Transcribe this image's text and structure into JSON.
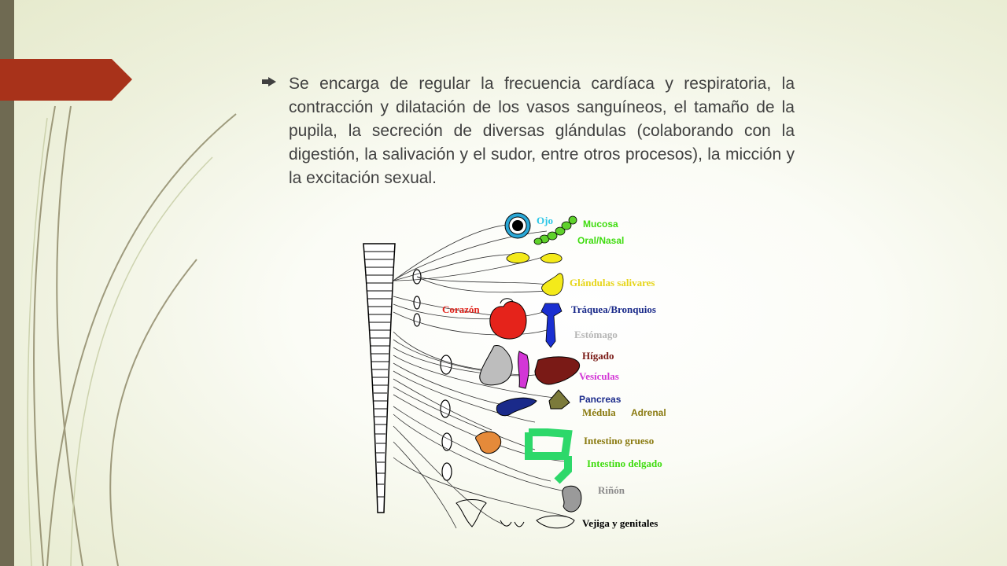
{
  "slide": {
    "bullet_text": "Se encarga de regular la frecuencia cardíaca y respiratoria, la contracción y dilatación de los vasos sanguíneos, el tamaño de la pupila, la secreción de diversas glándulas (colaborando con la digestión, la salivación y el sudor, entre otros procesos), la micción y la excitación sexual."
  },
  "diagram": {
    "labels": {
      "ojo": "Ojo",
      "mucosa": "Mucosa",
      "oral_nasal": "Oral/Nasal",
      "glandulas": "Glándulas salivares",
      "corazon": "Corazón",
      "traquea": "Tráquea/Bronquios",
      "estomago": "Estómago",
      "higado": "Hígado",
      "vesiculas": "Vesículas",
      "pancreas": "Pancreas",
      "medula": "Médula",
      "adrenal": "Adrenal",
      "intestino_grueso": "Intestino grueso",
      "intestino_delgado": "Intestino delgado",
      "rinon": "Riñón",
      "vejiga": "Vejiga y genitales"
    }
  },
  "colors": {
    "accent": "#a8321a",
    "bar": "#6f6a52",
    "text": "#404040"
  }
}
